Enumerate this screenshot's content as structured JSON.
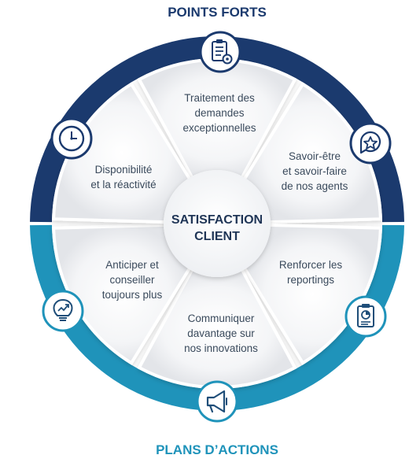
{
  "titles": {
    "top": "POINTS FORTS",
    "bottom": "PLANS D’ACTIONS"
  },
  "center": {
    "line1": "SATISFACTION",
    "line2": "CLIENT"
  },
  "segments": [
    {
      "lines": [
        "Traitement des",
        "demandes",
        "exceptionnelles"
      ],
      "icon": "checklist-gear-icon"
    },
    {
      "lines": [
        "Savoir-être",
        "et savoir-faire",
        "de nos agents"
      ],
      "icon": "star-badge-icon"
    },
    {
      "lines": [
        "Renforcer les",
        "reportings"
      ],
      "icon": "report-clipboard-icon"
    },
    {
      "lines": [
        "Communiquer",
        "davantage sur",
        "nos innovations"
      ],
      "icon": "megaphone-icon"
    },
    {
      "lines": [
        "Anticiper et",
        "conseiller",
        "toujours plus"
      ],
      "icon": "lightbulb-idea-icon"
    },
    {
      "lines": [
        "Disponibilité",
        "et la réactivité"
      ],
      "icon": "clock-icon"
    }
  ],
  "colors": {
    "navy": "#1b3a6e",
    "teal": "#1f93ba",
    "title_navy": "#1b3a6e",
    "title_teal": "#1f93ba",
    "wedge_light": "#f2f3f5",
    "wedge_shade": "#e4e6ea"
  }
}
